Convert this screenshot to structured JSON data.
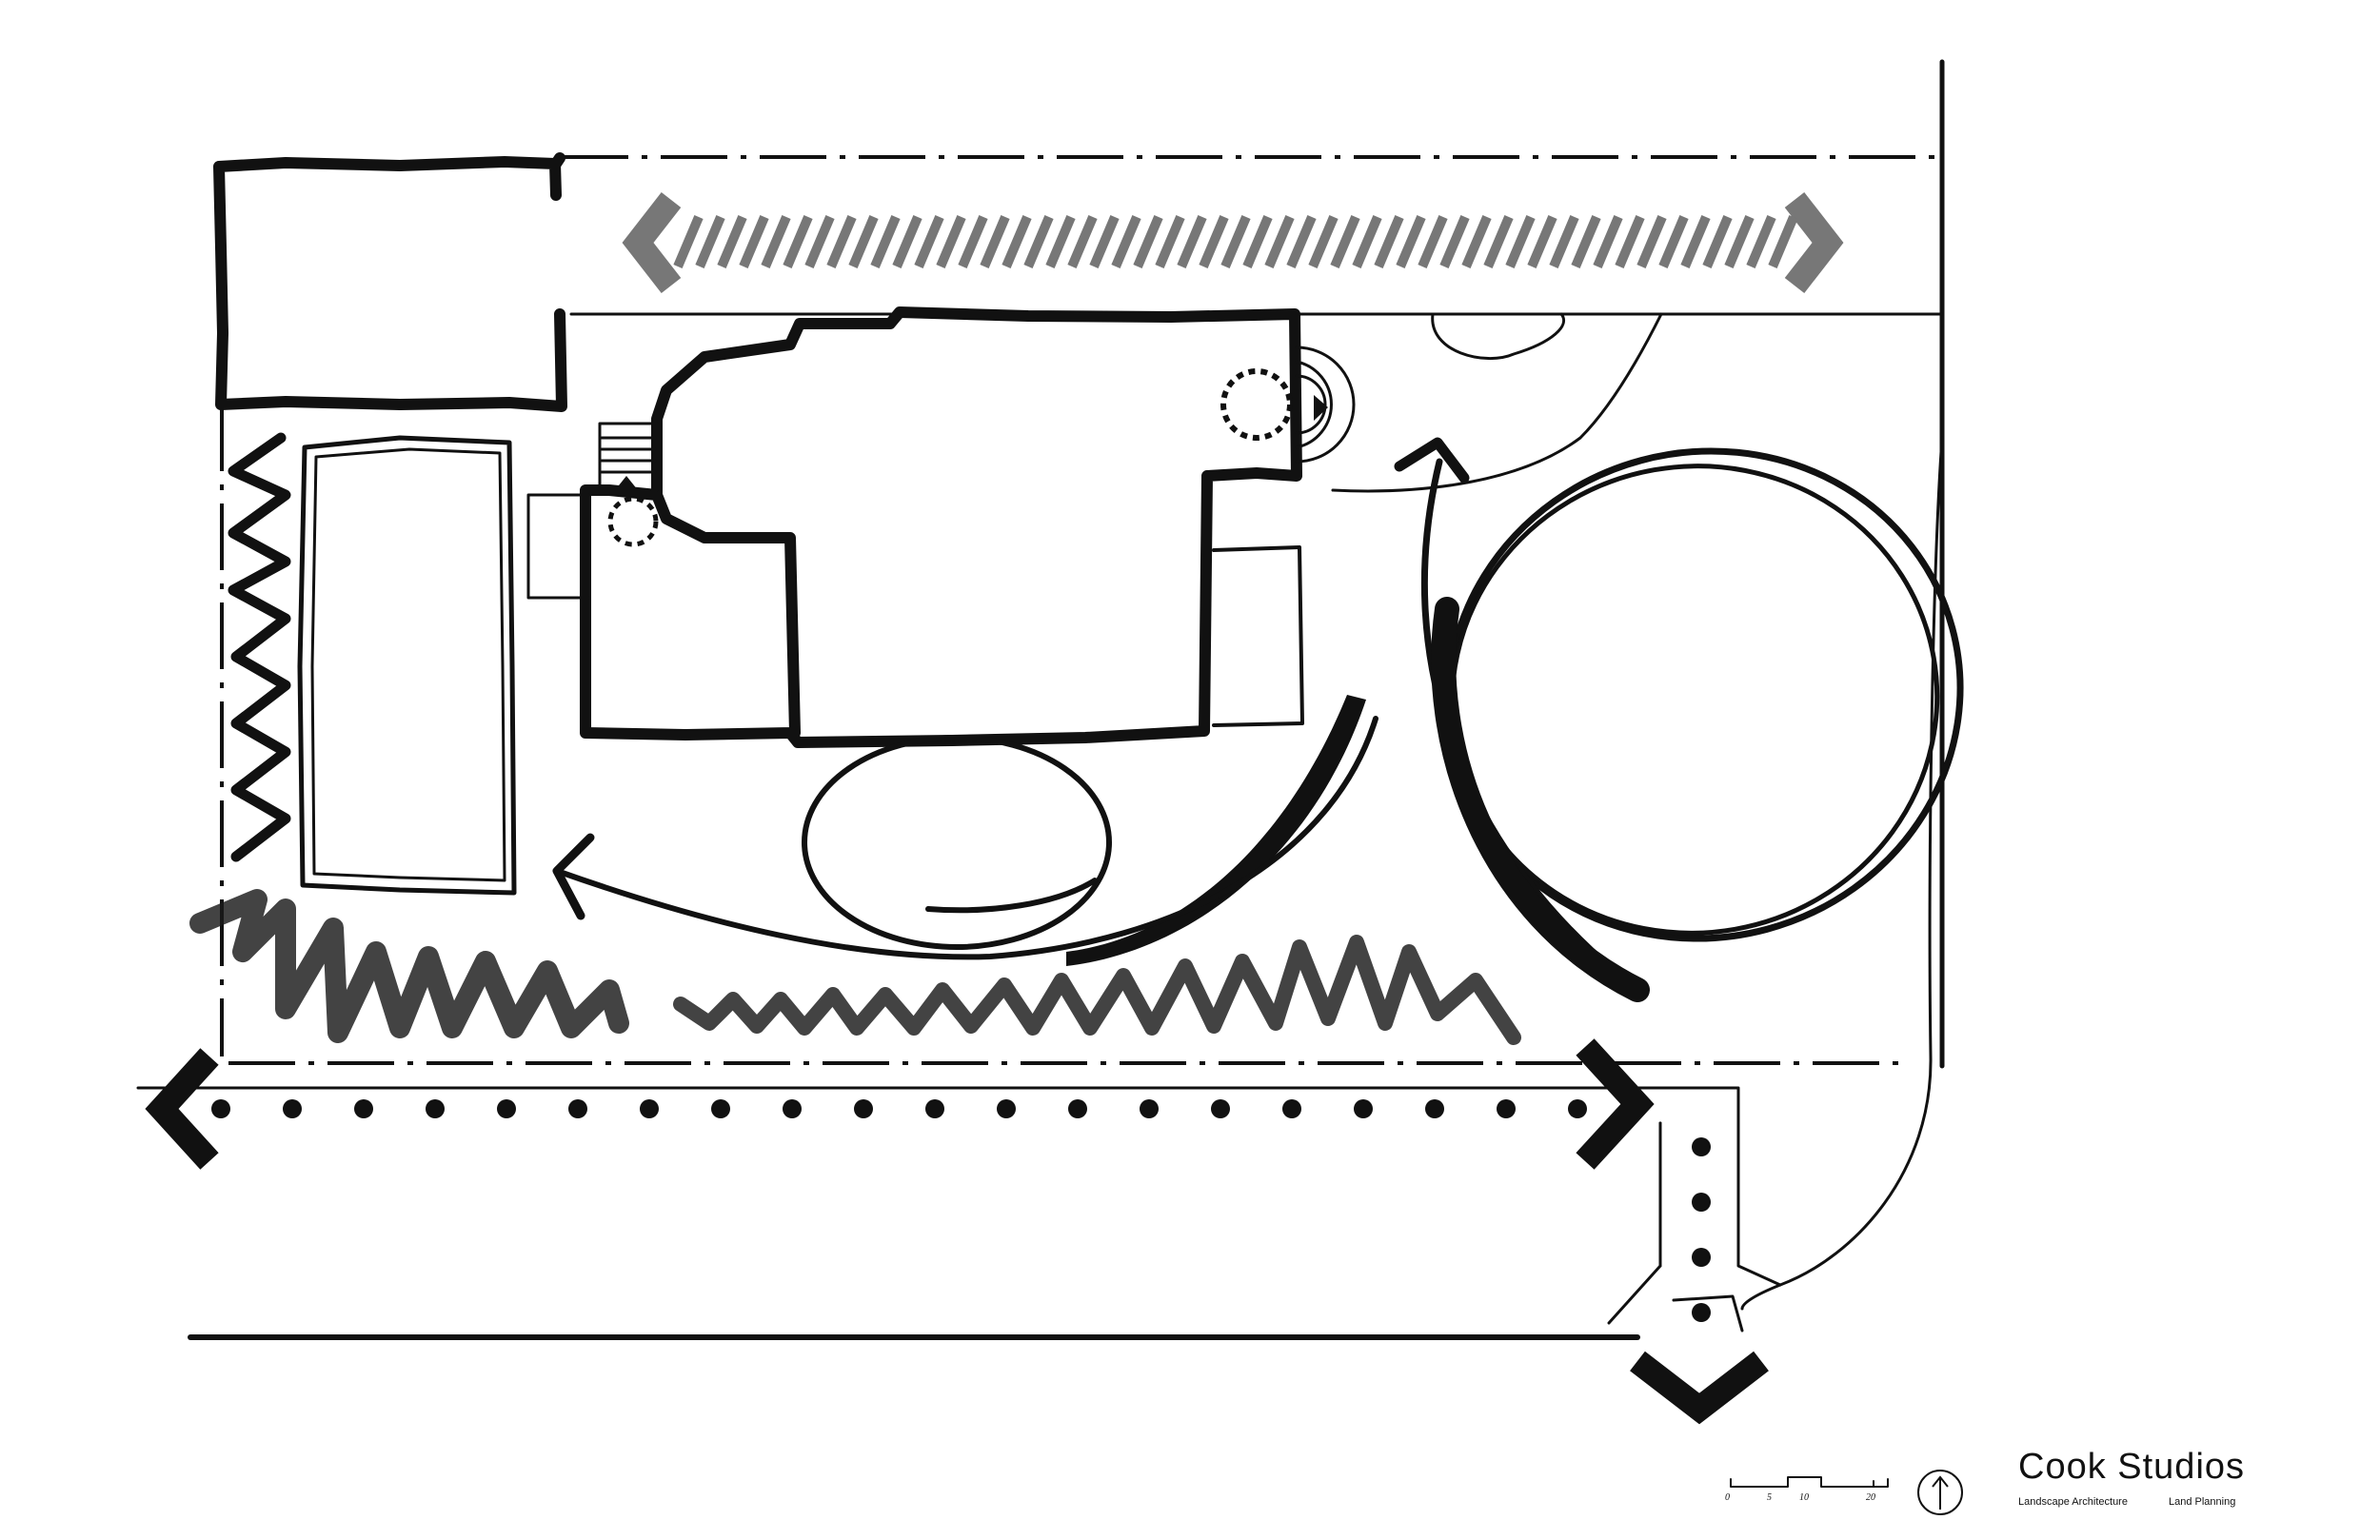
{
  "title_block": {
    "firm_name": "Cook  Studios",
    "subtitle_left": "Landscape Architecture",
    "subtitle_right": "Land Planning",
    "north_icon": "north-arrow-icon",
    "scale_labels": [
      "0",
      "5",
      "10",
      "20"
    ]
  },
  "colors": {
    "ink": "#111111",
    "accent_gray": "#777777",
    "background": "#ffffff"
  }
}
